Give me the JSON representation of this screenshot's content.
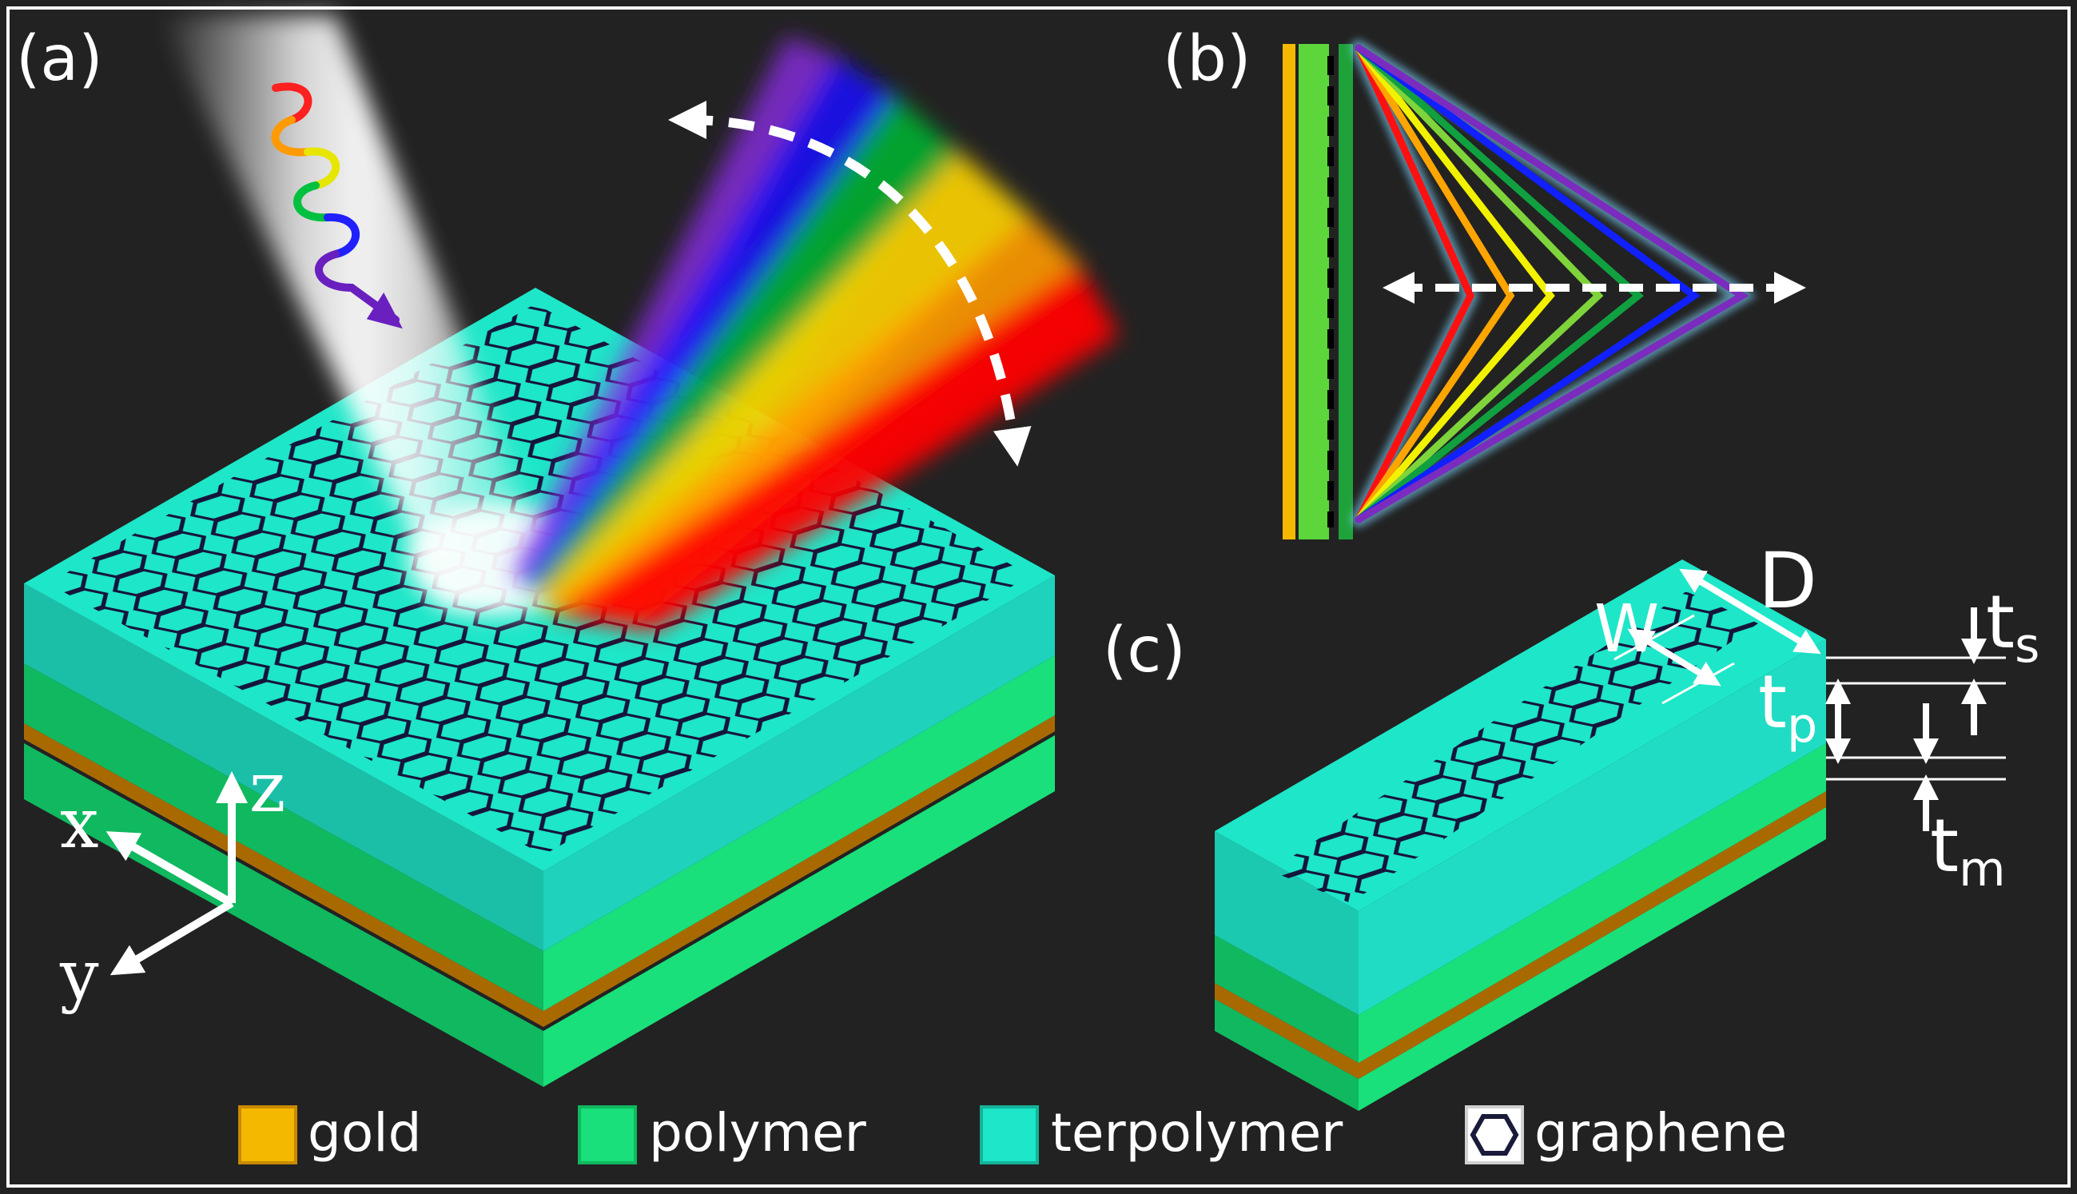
{
  "panels": {
    "a": "(a)",
    "b": "(b)",
    "c": "(c)"
  },
  "axes": {
    "x": "x",
    "y": "y",
    "z": "z"
  },
  "dimensions": {
    "W": "W",
    "D": "D",
    "ts_main": "t",
    "ts_sub": "s",
    "tp_main": "t",
    "tp_sub": "p",
    "tm_main": "t",
    "tm_sub": "m"
  },
  "legend": [
    {
      "label": "gold",
      "color": "#f5b800"
    },
    {
      "label": "polymer",
      "color": "#19e07a"
    },
    {
      "label": "terpolymer",
      "color": "#1ee6c8"
    },
    {
      "label": "graphene",
      "color": "#1a1a3a"
    }
  ],
  "colors": {
    "background": "#222222",
    "gold": "#f5b800",
    "gold_layer_side": "#a86a00",
    "polymer": "#19e07a",
    "polymer_dark": "#10b860",
    "terpolymer": "#1ee6c8",
    "graphene": "#1a1a3a",
    "spectrum": [
      "#ff0000",
      "#ffa500",
      "#ffff00",
      "#00c000",
      "#0000ff",
      "#8a2be2"
    ]
  }
}
